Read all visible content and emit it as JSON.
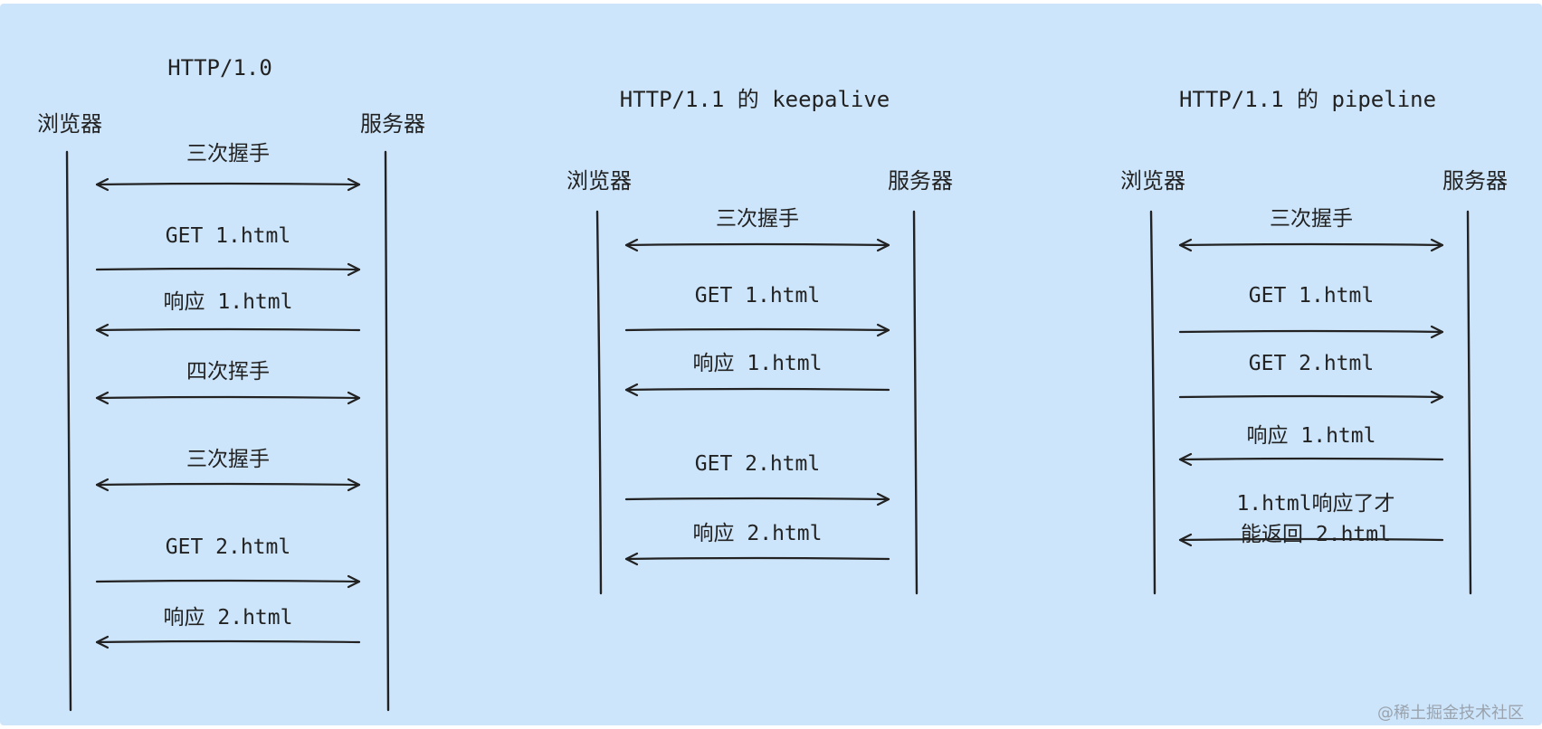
{
  "diagrams": [
    {
      "title": "HTTP/1.0",
      "left_actor": "浏览器",
      "right_actor": "服务器",
      "messages": [
        {
          "label": "三次握手",
          "direction": "both"
        },
        {
          "label": "GET 1.html",
          "direction": "right"
        },
        {
          "label": "响应 1.html",
          "direction": "left"
        },
        {
          "label": "四次挥手",
          "direction": "both"
        },
        {
          "label": "三次握手",
          "direction": "both"
        },
        {
          "label": "GET 2.html",
          "direction": "right"
        },
        {
          "label": "响应 2.html",
          "direction": "left"
        }
      ]
    },
    {
      "title": "HTTP/1.1 的 keepalive",
      "left_actor": "浏览器",
      "right_actor": "服务器",
      "messages": [
        {
          "label": "三次握手",
          "direction": "both"
        },
        {
          "label": "GET 1.html",
          "direction": "right"
        },
        {
          "label": "响应 1.html",
          "direction": "left"
        },
        {
          "label": "GET 2.html",
          "direction": "right"
        },
        {
          "label": "响应 2.html",
          "direction": "left"
        }
      ]
    },
    {
      "title": "HTTP/1.1 的 pipeline",
      "left_actor": "浏览器",
      "right_actor": "服务器",
      "messages": [
        {
          "label": "三次握手",
          "direction": "both"
        },
        {
          "label": "GET 1.html",
          "direction": "right"
        },
        {
          "label": "GET 2.html",
          "direction": "right"
        },
        {
          "label": "响应 1.html",
          "direction": "left"
        },
        {
          "label": "1.html响应了才",
          "label2": "能返回 2.html",
          "direction": "left"
        }
      ]
    }
  ],
  "watermark": "@稀土掘金技术社区"
}
